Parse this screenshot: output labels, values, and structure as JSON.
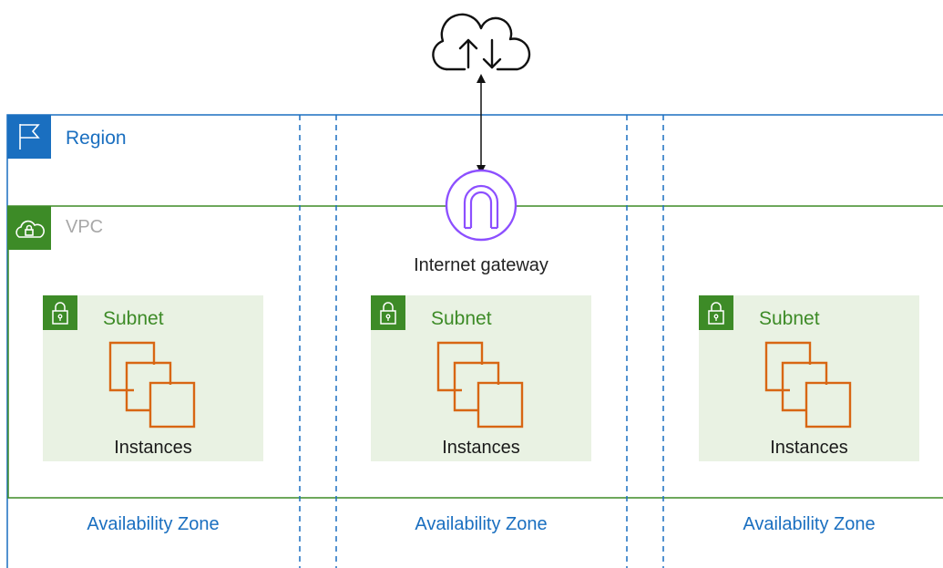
{
  "diagram": {
    "region": {
      "label": "Region",
      "icon": "flag-icon"
    },
    "vpc": {
      "label": "VPC",
      "icon": "cloud-lock-icon"
    },
    "internet": {
      "icon": "cloud-upload-download-icon"
    },
    "internet_gateway": {
      "label": "Internet gateway",
      "icon": "gateway-arch-icon"
    },
    "subnets": [
      {
        "label": "Subnet",
        "content": "Instances",
        "icon": "lock-icon"
      },
      {
        "label": "Subnet",
        "content": "Instances",
        "icon": "lock-icon"
      },
      {
        "label": "Subnet",
        "content": "Instances",
        "icon": "lock-icon"
      }
    ],
    "availability_zones": [
      {
        "label": "Availability Zone"
      },
      {
        "label": "Availability Zone"
      },
      {
        "label": "Availability Zone"
      }
    ],
    "colors": {
      "region": "#1a6fc0",
      "vpc": "#3d8b27",
      "subnet_fill": "#e9f2e3",
      "instances": "#d86613",
      "gateway": "#8c4fff"
    }
  }
}
